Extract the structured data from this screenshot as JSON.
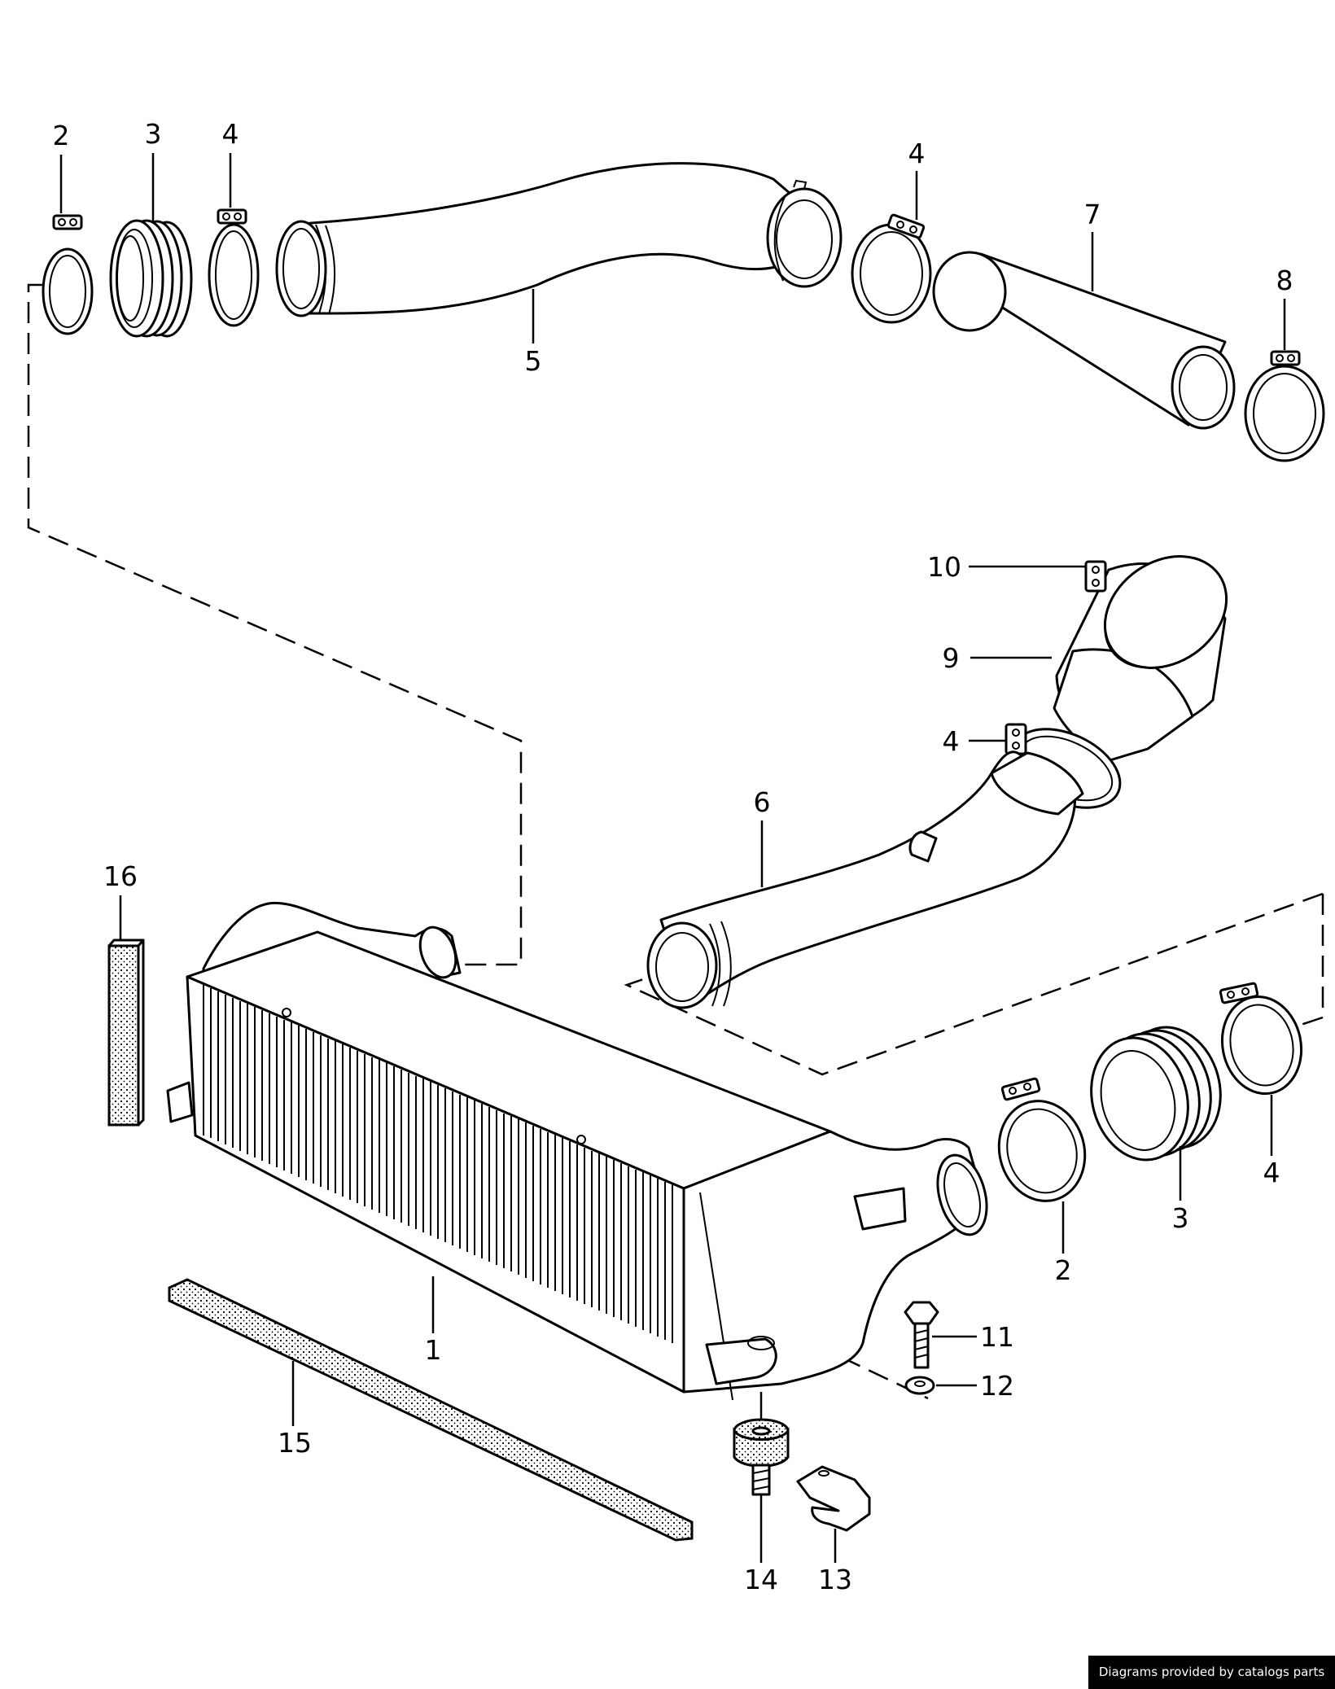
{
  "callouts": [
    {
      "id": "c2a",
      "label": "2"
    },
    {
      "id": "c3a",
      "label": "3"
    },
    {
      "id": "c4a",
      "label": "4"
    },
    {
      "id": "c5",
      "label": "5"
    },
    {
      "id": "c4b",
      "label": "4"
    },
    {
      "id": "c7",
      "label": "7"
    },
    {
      "id": "c8",
      "label": "8"
    },
    {
      "id": "c10",
      "label": "10"
    },
    {
      "id": "c9",
      "label": "9"
    },
    {
      "id": "c4c",
      "label": "4"
    },
    {
      "id": "c6",
      "label": "6"
    },
    {
      "id": "c16",
      "label": "16"
    },
    {
      "id": "c4d",
      "label": "4"
    },
    {
      "id": "c3b",
      "label": "3"
    },
    {
      "id": "c2b",
      "label": "2"
    },
    {
      "id": "c1",
      "label": "1"
    },
    {
      "id": "c11",
      "label": "11"
    },
    {
      "id": "c12",
      "label": "12"
    },
    {
      "id": "c15",
      "label": "15"
    },
    {
      "id": "c14",
      "label": "14"
    },
    {
      "id": "c13",
      "label": "13"
    }
  ],
  "watermark": "Diagrams provided by catalogs parts"
}
